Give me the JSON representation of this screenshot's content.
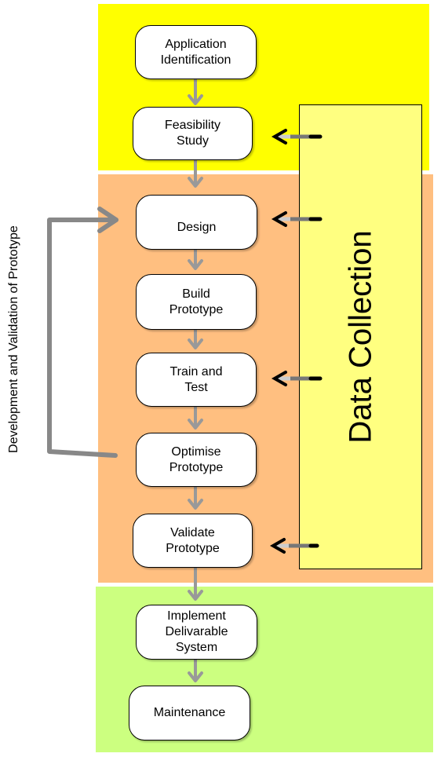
{
  "diagram": {
    "steps": [
      {
        "id": "application-identification",
        "label": "Application\nIdentification"
      },
      {
        "id": "feasibility-study",
        "label": "Feasibility\nStudy"
      },
      {
        "id": "design",
        "label": "Design"
      },
      {
        "id": "build-prototype",
        "label": "Build\nPrototype"
      },
      {
        "id": "train-and-test",
        "label": "Train and\nTest"
      },
      {
        "id": "optimise-prototype",
        "label": "Optimise\nPrototype"
      },
      {
        "id": "validate-prototype",
        "label": "Validate\nPrototype"
      },
      {
        "id": "implement-delivarable-system",
        "label": "Implement\nDelivarable\nSystem"
      },
      {
        "id": "maintenance",
        "label": "Maintenance"
      }
    ],
    "data_collection_label": "Data Collection",
    "loop_label": "Development and Validation of Prototype",
    "colors": {
      "yellow_band": "#ffff00",
      "orange_band": "#ffbf80",
      "green_band": "#ccff80",
      "data_collection": "#ffff80",
      "arrow": "#999999"
    }
  }
}
